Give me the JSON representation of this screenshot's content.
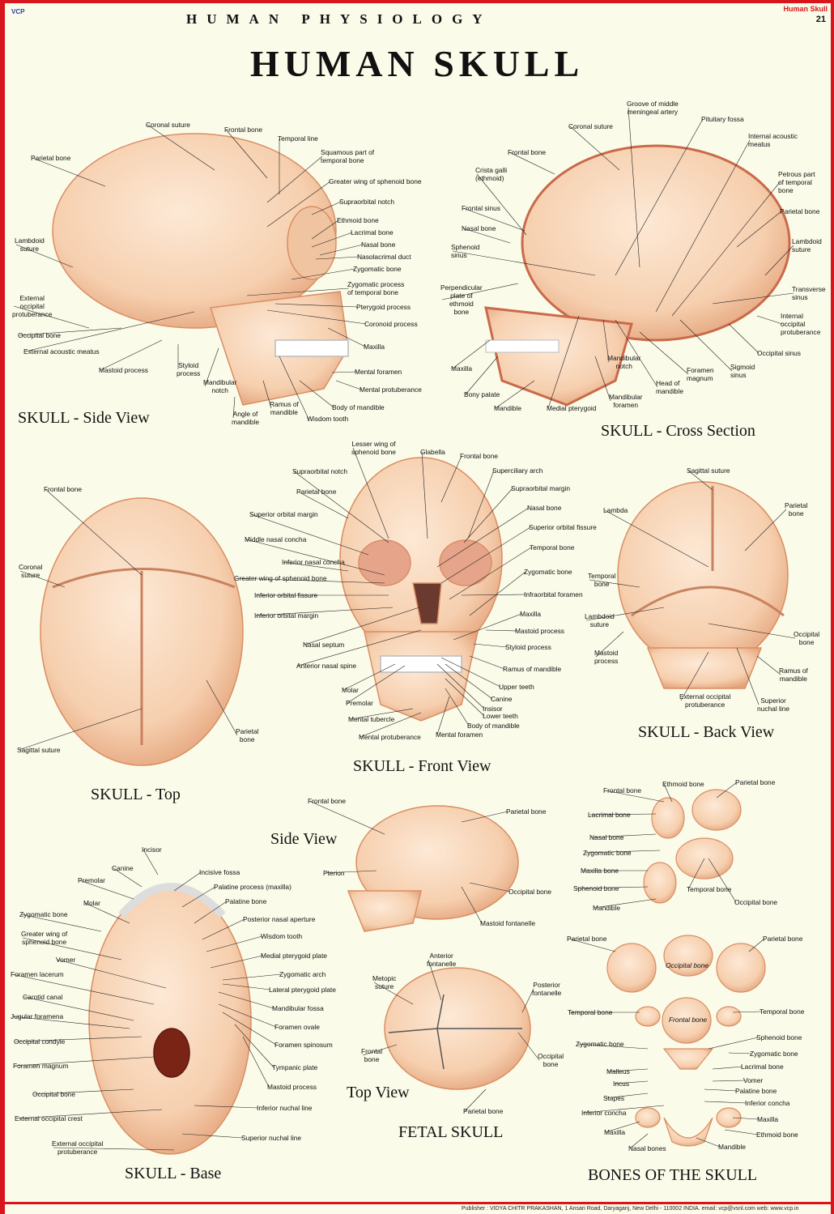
{
  "header": {
    "logo": "VCP",
    "series_title": "HUMAN PHYSIOLOGY",
    "chart_name": "Human Skull",
    "chart_number": "21",
    "main_title": "HUMAN SKULL"
  },
  "sections": {
    "side": "SKULL - Side View",
    "cross": "SKULL - Cross Section",
    "top": "SKULL - Top",
    "front": "SKULL - Front View",
    "back": "SKULL - Back View",
    "base": "SKULL - Base",
    "fetal_side": "Side View",
    "fetal_top": "Top View",
    "fetal": "FETAL SKULL",
    "bones": "BONES OF THE SKULL"
  },
  "labels": {
    "side": [
      "Coronal suture",
      "Frontal bone",
      "Temporal line",
      "Parietal bone",
      "Squamous part of\ntemporal bone",
      "Greater wing of sphenoid bone",
      "Supraorbital notch",
      "Ethmoid bone",
      "Lacrimal bone",
      "Nasal bone",
      "Nasolacrimal duct",
      "Zygomatic bone",
      "Zygomatic process\nof temporal bone",
      "Pterygoid process",
      "Coronoid process",
      "Maxilla",
      "Mental foramen",
      "Mental protuberance",
      "Body of mandible",
      "Wisdom tooth",
      "Ramus of\nmandible",
      "Angle of\nmandible",
      "Mandibular\nnotch",
      "Styloid\nprocess",
      "Mastoid process",
      "External acoustic meatus",
      "Occipital bone",
      "External\noccipital\nprotuberance",
      "Lambdoid\nsuture"
    ],
    "cross": [
      "Groove of middle\nmeningeal artery",
      "Pituitary fossa",
      "Coronal suture",
      "Internal acoustic\nmeatus",
      "Frontal bone",
      "Crista galli\n(ethmoid)",
      "Petrous part\nof temporal\nbone",
      "Parietal bone",
      "Frontal sinus",
      "Nasal bone",
      "Lambdoid\nsuture",
      "Sphenoid\nsinus",
      "Perpendicular\nplate of\nethmoid\nbone",
      "Transverse\nsinus",
      "Internal\noccipital\nprotuberance",
      "Occipital sinus",
      "Maxilla",
      "Mandibular\nnotch",
      "Sigmoid\nsinus",
      "Foramen\nmagnum",
      "Head of\nmandible",
      "Bony palate",
      "Mandibular\nforamen",
      "Mandible",
      "Medial pterygoid"
    ],
    "top": [
      "Frontal bone",
      "Coronal\nsuture",
      "Parietal\nbone",
      "Sagittal suture"
    ],
    "front": [
      "Lesser wing of\nsphenoid bone",
      "Glabella",
      "Frontal bone",
      "Supraorbital notch",
      "Superciliary arch",
      "Parietal bone",
      "Supraorbital margin",
      "Superior orbital margin",
      "Nasal bone",
      "Middle nasal concha",
      "Superior orbital fissure",
      "Inferior nasal concha",
      "Temporal bone",
      "Zygomatic bone",
      "Greater wing of sphenoid bone",
      "Infraorbital foramen",
      "Inferior orbital fissure",
      "Maxilla",
      "Inferior orbital margin",
      "Mastoid process",
      "Styloid process",
      "Nasal septum",
      "Ramus of mandible",
      "Anterior nasal spine",
      "Upper teeth",
      "Molar",
      "Canine",
      "Premolar",
      "Insisor",
      "Lower teeth",
      "Mental tubercle",
      "Body of mandible",
      "Mental protuberance",
      "Mental foramen"
    ],
    "back": [
      "Sagittal suture",
      "Parietal\nbone",
      "Lambda",
      "Temporal\nbone",
      "Lambdoid\nsuture",
      "Occipital\nbone",
      "Mastoid\nprocess",
      "Ramus of\nmandible",
      "External occipital\nprotuberance",
      "Superior\nnuchal line"
    ],
    "fetal": [
      "Frontal bone",
      "Parietal bone",
      "Pterion",
      "Occipital bone",
      "Mastoid fontanelle",
      "Anterior\nfontanelle",
      "Metopic\nsuture",
      "Posterior\nfontanelle",
      "Frontal\nbone",
      "Occipital\nbone",
      "Parietal bone"
    ],
    "base": [
      "Incisor",
      "Canine",
      "Incisive fossa",
      "Premolar",
      "Palatine process (maxilla)",
      "Molar",
      "Palatine bone",
      "Zygomatic bone",
      "Posterior nasal aperture",
      "Greater wing of\nsphenoid bone",
      "Wisdom tooth",
      "Vomer",
      "Medial pterygoid plate",
      "Foramen lacerum",
      "Zygomatic arch",
      "Lateral pterygoid plate",
      "Carotid canal",
      "Mandibular fossa",
      "Jugular foramena",
      "Foramen ovale",
      "Occipital condyle",
      "Foramen spinosum",
      "Foramen magnum",
      "Tympanic plate",
      "Mastoid process",
      "Occipital bone",
      "Inferior nuchal line",
      "External occipital crest",
      "Superior nuchal line",
      "External occipital\nprotuberance"
    ],
    "bones": [
      "Frontal bone",
      "Ethmoid bone",
      "Parietal bone",
      "Lacrimal bone",
      "Nasal bone",
      "Zygomatic bone",
      "Maxilla bone",
      "Temporal bone",
      "Sphenoid bone",
      "Occipital bone",
      "Mandible",
      "Parietal bone",
      "Parietal bone",
      "Occipital bone",
      "Temporal bone",
      "Frontal bone",
      "Temporal bone",
      "Sphenoid bone",
      "Zygomatic bone",
      "Zygomatic bone",
      "Lacrimal bone",
      "Malleus",
      "Vomer",
      "Incus",
      "Palatine bone",
      "Stapes",
      "Inferior concha",
      "Inferior concha",
      "Maxilla",
      "Maxilla",
      "Ethmoid bone",
      "Nasal bones",
      "Mandible"
    ]
  },
  "footer": "Publisher : VIDYA CHITR PRAKASHAN, 1 Ansari Road, Daryaganj, New Delhi - 110002 INDIA. email: vcp@vsnl.com   web: www.vcp.in",
  "colors": {
    "frame": "#d8141c",
    "bone": "#f6cfae",
    "bone_dark": "#d98e63",
    "background": "#fbfbe9"
  }
}
